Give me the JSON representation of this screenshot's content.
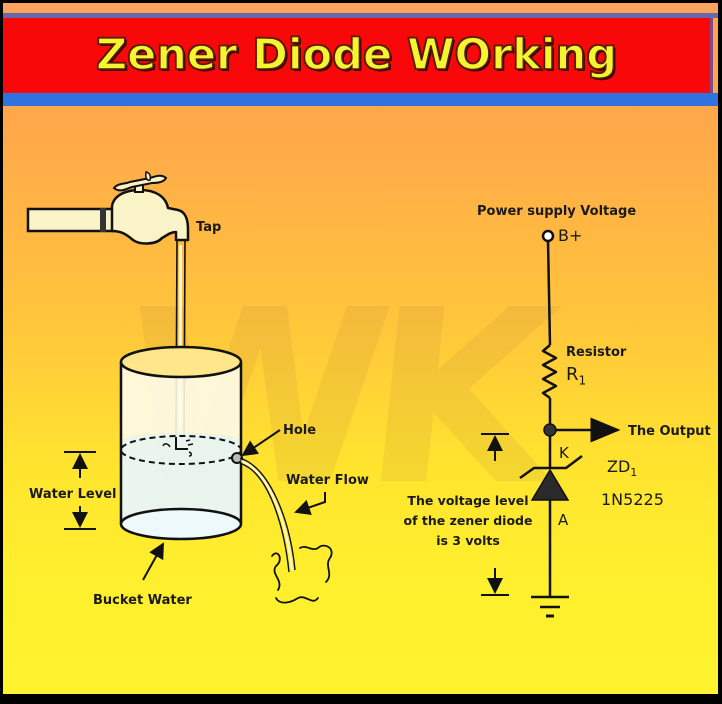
{
  "title": "Zener Diode WOrking",
  "watermark": "WK",
  "colors": {
    "banner_red": "#F80808",
    "title_yellow": "#F4F430",
    "blue_bar": "#2F73E0",
    "bg_top_orange": "#FFA04A",
    "bg_bottom_yellow": "#FFF22E"
  },
  "water_analogy": {
    "tap_label": "Tap",
    "hole_label": "Hole",
    "water_flow_label": "Water Flow",
    "water_level_label": "Water Level",
    "bucket_label": "Bucket Water"
  },
  "circuit": {
    "supply_label": "Power supply Voltage",
    "supply_node": "B+",
    "resistor_label": "Resistor",
    "resistor_ref": "R",
    "resistor_sub": "1",
    "output_label": "The Output",
    "cathode": "K",
    "anode": "A",
    "diode_ref": "ZD",
    "diode_sub": "1",
    "diode_part": "1N5225",
    "voltage_note_line1": "The voltage level",
    "voltage_note_line2": "of the zener diode",
    "voltage_note_line3": "is 3 volts"
  }
}
